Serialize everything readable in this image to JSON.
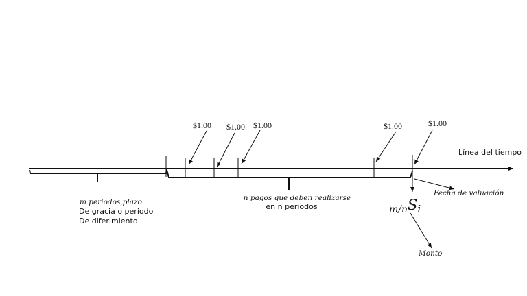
{
  "timeline_label": "Línea del tiempo",
  "payments": [
    "$1.00",
    "$1.00",
    "$1.00",
    "$1.00",
    "$1.00"
  ],
  "grace": {
    "line1": "m periodos,plazo",
    "line2": "De gracia o periodo",
    "line3": "De diferimiento"
  },
  "payments_brace": {
    "line1": "n pagos que deben realizarse",
    "line2": "en n periodos"
  },
  "valuation_label": "Fecha de valuación",
  "formula": {
    "prefix": "m/n",
    "symbol": "S",
    "subscript": "i"
  },
  "amount_label": "Monto"
}
